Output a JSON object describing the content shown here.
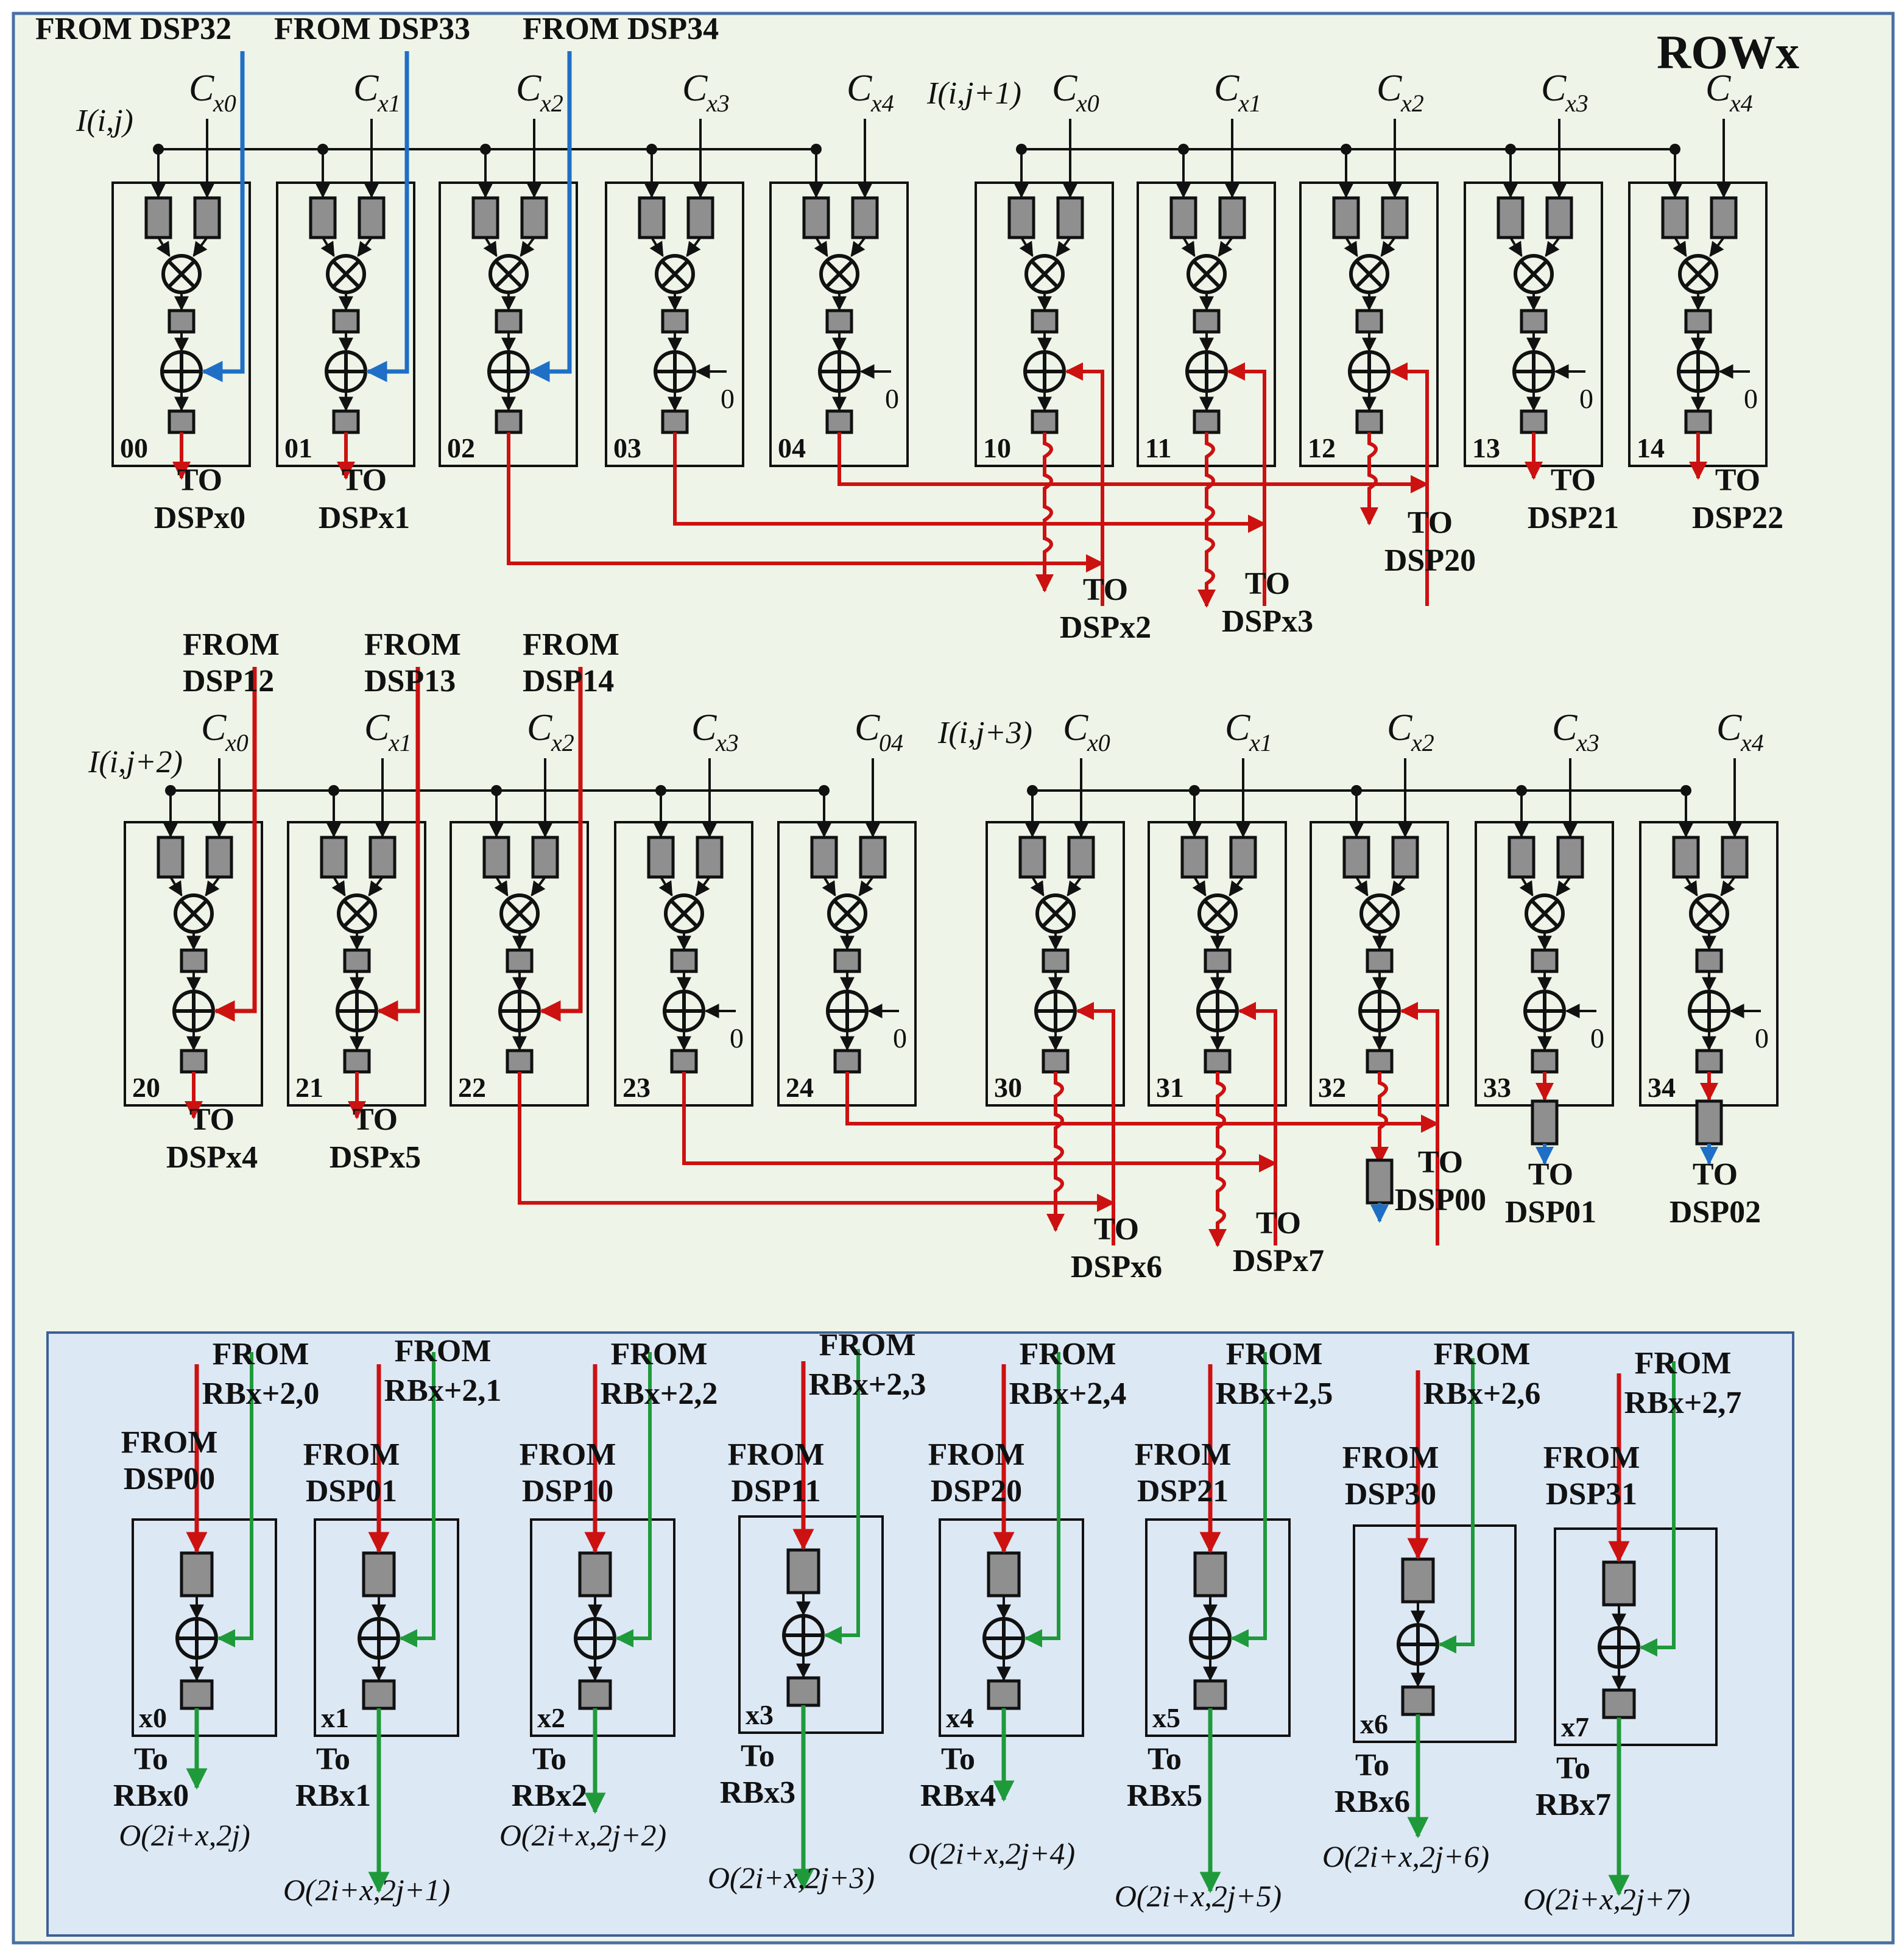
{
  "title": "ROWx",
  "colors": {
    "top_bg": "#eef5e8",
    "top_border": "#4a6fa5",
    "bottom_bg": "#dde8f5",
    "bottom_border": "#3d5f99",
    "red": "#cc1111",
    "blue": "#1f6fc7",
    "green": "#1f9a3a",
    "reg": "#8f8f8f"
  },
  "rows": [
    {
      "input_a": "I(i,j)",
      "input_b": "I(i,j+1)",
      "coefs": [
        {
          "c": "C",
          "s": "x0"
        },
        {
          "c": "C",
          "s": "x1"
        },
        {
          "c": "C",
          "s": "x2"
        },
        {
          "c": "C",
          "s": "x3"
        },
        {
          "c": "C",
          "s": "x4"
        },
        {
          "c": "C",
          "s": "x0"
        },
        {
          "c": "C",
          "s": "x1"
        },
        {
          "c": "C",
          "s": "x2"
        },
        {
          "c": "C",
          "s": "x3"
        },
        {
          "c": "C",
          "s": "x4"
        }
      ],
      "ids": [
        "00",
        "01",
        "02",
        "03",
        "04",
        "10",
        "11",
        "12",
        "13",
        "14"
      ],
      "from": [
        {
          "text": [
            "FROM DSP32"
          ]
        },
        {
          "text": [
            "FROM DSP33"
          ]
        },
        {
          "text": [
            "FROM DSP34"
          ]
        }
      ],
      "zero": "0",
      "outs": [
        [
          "TO",
          "DSPx0"
        ],
        [
          "TO",
          "DSPx1"
        ],
        [
          "TO",
          "DSPx2"
        ],
        [
          "TO",
          "DSPx3"
        ],
        [
          "TO",
          "DSP20"
        ],
        [
          "TO",
          "DSP21"
        ],
        [
          "TO",
          "DSP22"
        ]
      ]
    },
    {
      "input_a": "I(i,j+2)",
      "input_b": "I(i,j+3)",
      "coefs": [
        {
          "c": "C",
          "s": "x0"
        },
        {
          "c": "C",
          "s": "x1"
        },
        {
          "c": "C",
          "s": "x2"
        },
        {
          "c": "C",
          "s": "x3"
        },
        {
          "c": "C",
          "s": "04"
        },
        {
          "c": "C",
          "s": "x0"
        },
        {
          "c": "C",
          "s": "x1"
        },
        {
          "c": "C",
          "s": "x2"
        },
        {
          "c": "C",
          "s": "x3"
        },
        {
          "c": "C",
          "s": "x4"
        }
      ],
      "ids": [
        "20",
        "21",
        "22",
        "23",
        "24",
        "30",
        "31",
        "32",
        "33",
        "34"
      ],
      "from": [
        {
          "text": [
            "FROM",
            "DSP12"
          ]
        },
        {
          "text": [
            "FROM",
            "DSP13"
          ]
        },
        {
          "text": [
            "FROM",
            "DSP14"
          ]
        }
      ],
      "zero": "0",
      "outs": [
        [
          "TO",
          "DSPx4"
        ],
        [
          "TO",
          "DSPx5"
        ],
        [
          "TO",
          "DSPx6"
        ],
        [
          "TO",
          "DSPx7"
        ],
        [
          "TO",
          "DSP00"
        ],
        [
          "TO",
          "DSP01"
        ],
        [
          "TO",
          "DSP02"
        ]
      ]
    }
  ],
  "rb": {
    "from_rb": [
      [
        "FROM",
        "RBx+2,0"
      ],
      [
        "FROM",
        "RBx+2,1"
      ],
      [
        "FROM",
        "RBx+2,2"
      ],
      [
        "FROM",
        "RBx+2,3"
      ],
      [
        "FROM",
        "RBx+2,4"
      ],
      [
        "FROM",
        "RBx+2,5"
      ],
      [
        "FROM",
        "RBx+2,6"
      ],
      [
        "FROM",
        "RBx+2,7"
      ]
    ],
    "from_dsp": [
      [
        "FROM",
        "DSP00"
      ],
      [
        "FROM",
        "DSP01"
      ],
      [
        "FROM",
        "DSP10"
      ],
      [
        "FROM",
        "DSP11"
      ],
      [
        "FROM",
        "DSP20"
      ],
      [
        "FROM",
        "DSP21"
      ],
      [
        "FROM",
        "DSP30"
      ],
      [
        "FROM",
        "DSP31"
      ]
    ],
    "ids": [
      "x0",
      "x1",
      "x2",
      "x3",
      "x4",
      "x5",
      "x6",
      "x7"
    ],
    "to": [
      [
        "To",
        "RBx0"
      ],
      [
        "To",
        "RBx1"
      ],
      [
        "To",
        "RBx2"
      ],
      [
        "To",
        "RBx3"
      ],
      [
        "To",
        "RBx4"
      ],
      [
        "To",
        "RBx5"
      ],
      [
        "To",
        "RBx6"
      ],
      [
        "To",
        "RBx7"
      ]
    ],
    "outputs": [
      "O(2i+x,2j)",
      "O(2i+x,2j+1)",
      "O(2i+x,2j+2)",
      "O(2i+x,2j+3)",
      "O(2i+x,2j+4)",
      "O(2i+x,2j+5)",
      "O(2i+x,2j+6)",
      "O(2i+x,2j+7)"
    ]
  }
}
